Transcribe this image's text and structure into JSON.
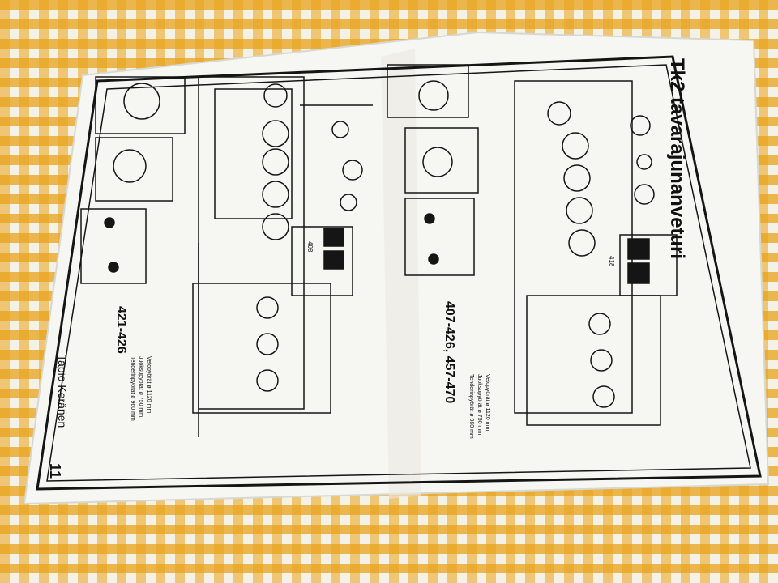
{
  "photo": {
    "tablecloth_colors": {
      "yellow": "#e8a21a",
      "white": "#f4f1e6"
    },
    "paper_color": "#f6f6f2",
    "ink_color": "#151515"
  },
  "sheet": {
    "title": "Tk2 tavarajunanveturi",
    "page_number": "11",
    "author": "Tapio Keränen",
    "left_drawing": {
      "numbers": "421-426",
      "specs": [
        "Vetopyörät  ø 1120 mm",
        "Juoksupyörät  ø 750 mm",
        "Tenderinpyörät  ø 960 mm"
      ]
    },
    "right_drawing": {
      "numbers": "407-426, 457-470",
      "specs": [
        "Vetopyörät  ø 1120 mm",
        "Juoksupyörät  ø 750 mm",
        "Tenderinpyörät  ø 960 mm"
      ]
    },
    "cab_numbers": [
      "408",
      "418"
    ]
  }
}
